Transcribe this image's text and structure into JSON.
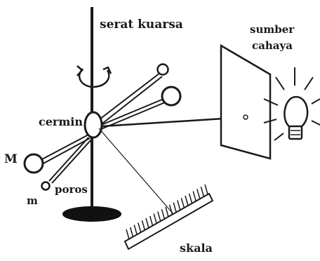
{
  "labels": {
    "fiber": "serat kuarsa",
    "light_source_line1": "sumber",
    "light_source_line2": "cahaya",
    "mirror": "cermin",
    "big_mass": "M",
    "small_mass": "m",
    "axis": "poros",
    "scale": "skala"
  }
}
